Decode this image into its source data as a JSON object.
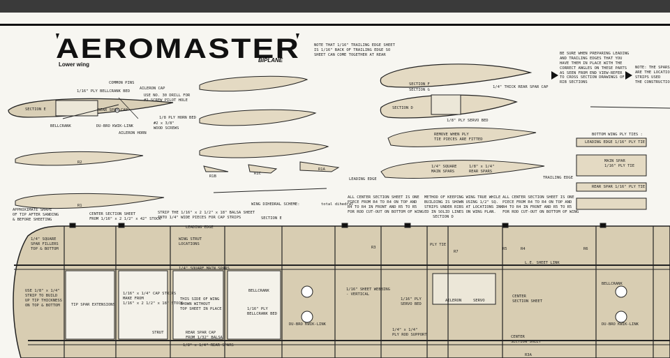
{
  "title": "AEROMASTER",
  "subtitle": "Lower wing",
  "tag": "BIPLANE",
  "labels": {
    "common_pins": "COMMON PINS",
    "aileron_cap": "AILERON CAP",
    "bellcrank_bed": "1/16\" PLY BELLCRANK BED",
    "drill": "USE NO. 30 DRILL FOR\n#2 SCREW PILOT HOLE",
    "rear_spar_cap": "REAR SPAR CAP",
    "horn_bed": "1/8 PLY HORN BED",
    "section_e": "SECTION E",
    "bellcrank": "BELLCRANK",
    "kwik_link": "DU-BRO KWIK-LINK",
    "screws": "#2 x 3/8\"\nWOOD SCREWS",
    "aileron_horn": "AILERON HORN",
    "note_trailing": "NOTE THAT 1/16\" TRAILING EDGE SHEET\nIS 1/16\" BACK OF TRAILING EDGE SO\nSHEET CAN COME TOGETHER AT REAR",
    "section_f": "SECTION F",
    "section_g": "SECTION G",
    "thick_rear_spar": "1/4\" THICK REAR SPAR CAP",
    "section_d": "SECTION D",
    "servo_bed": "1/8\" PLY SERVO BED",
    "remove_ply": "REMOVE WHEN PLY\nTIE PIECES ARE FITTED",
    "main_spars": "1/4\" SQUARE\nMAIN SPARS",
    "rear_spars": "1/8\" x 1/4\"\nREAR SPARS",
    "leading_edge": "LEADING EDGE",
    "trailing_edge": "TRAILING EDGE",
    "be_sure": "BE SURE WHEN PREPARING LEADING\nAND TRAILING EDGES THAT YOU\nHAVE THEM IN PLACE WITH THE\nCORRECT ANGLES ON THESE PARTS\nAS SEEN FROM END VIEW-REFER\nTO CROSS SECTION DRAWINGS OF\nRIB SECTIONS",
    "note_spars": "NOTE: THE SPARS\nARE THE LOCATION\nSTRIPS USED\nTHE CONSTRUCTION",
    "bottom_ply_ties": "BOTTOM WING PLY TIES :",
    "le_ply_tie": "LEADING EDGE 1/16\" PLY TIE",
    "main_spar_ply": "MAIN SPAR\n1/16\" PLY TIE",
    "rear_spar_ply": "REAR SPAR 1/16\" PLY TIE",
    "r1b": "R1B",
    "r1c": "R1C",
    "r1a": "R1A",
    "dihedral": "total dihedral",
    "approx_shape": "APPROXIMATE SHAPE\nOF TIP AFTER SANDING\n& BEFORE SHEETING",
    "center_sheet": "CENTER SECTION SHEET\nFROM 1/16\" x 2 1/2\" x 42\" STOCK",
    "strip_balsa": "STRIP THE 1/16\" x 2 1/2\" x 18\" BALSA SHEET\nINTO 1/4\" WIDE PIECES FOR CAP STRIPS",
    "wing_dihedral": "WING DIHEDRAL SCHEME:",
    "all_center": "ALL CENTER SECTION SHEET IS ONE\nPIECE FROM R4 TO R4 ON TOP AND\nR4 TO R4 IN FRONT AND R5 TO R5\nFOR ROD CUT-OUT ON BOTTOM OF WING",
    "method": "METHOD OF KEEPING WING TRUE WHILE\nBUILDING IS SHOWN USING 1/2\" SQ.\nSTRIPS UNDER RIBS AT LOCATIONS INK-\nED IN SOLID LINES ON WING PLAN.",
    "all_center2": "ALL CENTER SECTION SHEET IS ONE\nPIECE FROM R4 TO R4 ON TOP AND\nR4 TO R4 IN FRONT AND R5 TO R5\nFOR ROD CUT-OUT ON BOTTOM OF WING",
    "section_e2": "SECTION E",
    "section_d2": "SECTION D",
    "plan_leading": "LEADING EDGE",
    "wing_strut": "WING STRUT\nLOCATIONS",
    "main_spars_plan": "1/4\" SQUARE MAIN SPARS",
    "tip_fillers": "1/4\" SQUARE\nSPAR FILLERS\nTOP & BOTTOM",
    "tip_strip": "USE 1/8\" x 1/4\"\nSTRIP TO BUILD\nUP TIP THICKNESS\nON TOP & BOTTOM",
    "tip_spar_ext": "TIP SPAR EXTENSIONS",
    "cap_strips": "1/16\" x 1/4\" CAP STRIPS\nMAKE FROM\n1/16\" x 2 1/2\" x 18\" STOCK",
    "this_side": "THIS SIDE OF WING\nSHOWN WITHOUT\nTOP SHEET IN PLACE",
    "bellcrank_plan": "BELLCRANK",
    "ply_bellcrank_bed": "1/16\" PLY\nBELLCRANK BED",
    "kwik_link2": "DU-BRO KWIK-LINK",
    "strut": "STRUT",
    "rear_spar_cap2": "REAR SPAR CAP\nFROM 1/32\" BALSA",
    "rear_spars_plan": "1/8\" x 1/4\" REAR SPARS",
    "sheet_webbing": "1/16\" SHEET WEBBING\n- VERTICAL",
    "ply_servo": "1/16\" PLY\nSERVO BED",
    "ply_rod_support": "1/4\" x 1/4\"\nPLY ROD SUPPORT",
    "aileron": "AILERON",
    "servo": "SERVO",
    "center_section_sheet": "CENTER\nSECTION SHEET",
    "le_sheet_link": "L.E. SHEET LINK",
    "center_sheet3": "CENTER\nSECTION SHEET",
    "bellcrank3": "BELLCRANK",
    "kwik_link3": "DU-BRO KWIK-LINK",
    "ply_tie": "PLY TIE",
    "r1": "R1",
    "r2": "R2",
    "r3": "R3",
    "r4": "R4",
    "r5": "R5",
    "r6": "R6",
    "r7": "R7",
    "r3a": "R3A"
  }
}
